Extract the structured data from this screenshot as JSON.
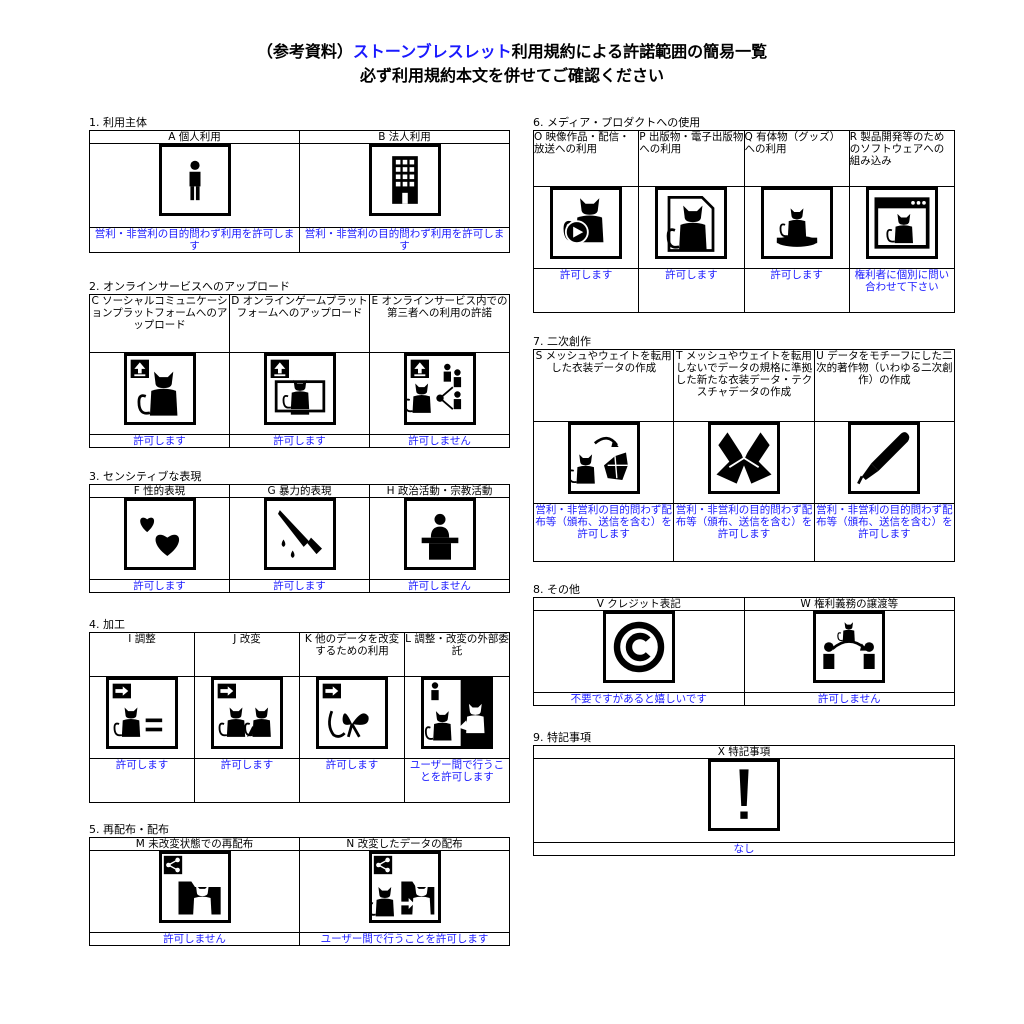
{
  "header": {
    "line1_prefix": "（参考資料）",
    "line1_highlight": "ストーンブレスレット",
    "line1_suffix": "利用規約による許諾範囲の簡易一覧",
    "line2": "必ず利用規約本文を併せてご確認ください"
  },
  "s1": {
    "title": "1. 利用主体",
    "cols": [
      {
        "label": "A 個人利用",
        "icon": "person-icon",
        "result": "営利・非営利の目的問わず利用を許可します"
      },
      {
        "label": "B 法人利用",
        "icon": "building-icon",
        "result": "営利・非営利の目的問わず利用を許可します"
      }
    ]
  },
  "s2": {
    "title": "2. オンラインサービスへのアップロード",
    "cols": [
      {
        "label": "C ソーシャルコミュニケーションプラットフォームへのアップロード",
        "icon": "upload-avatar-icon",
        "result": "許可します"
      },
      {
        "label": "D オンラインゲームプラットフォームへのアップロード",
        "icon": "upload-game-icon",
        "result": "許可します"
      },
      {
        "label": "E オンラインサービス内での第三者への利用の許諾",
        "icon": "share-users-icon",
        "result": "許可しません"
      }
    ]
  },
  "s3": {
    "title": "3. センシティブな表現",
    "cols": [
      {
        "label": "F 性的表現",
        "icon": "hearts-icon",
        "result": "許可します"
      },
      {
        "label": "G 暴力的表現",
        "icon": "knife-icon",
        "result": "許可します"
      },
      {
        "label": "H 政治活動・宗教活動",
        "icon": "podium-icon",
        "result": "許可しません"
      }
    ]
  },
  "s4": {
    "title": "4. 加工",
    "cols": [
      {
        "label": "I 調整",
        "icon": "adjust-icon",
        "result": "許可します"
      },
      {
        "label": "J 改変",
        "icon": "modify-icon",
        "result": "許可します"
      },
      {
        "label": "K 他のデータを改変するための利用",
        "icon": "bow-icon",
        "result": "許可します"
      },
      {
        "label": "L 調整・改変の外部委託",
        "icon": "outsource-icon",
        "result": "ユーザー間で行うことを許可します"
      }
    ]
  },
  "s5": {
    "title": "5. 再配布・配布",
    "cols": [
      {
        "label": "M 未改変状態での再配布",
        "icon": "redistribute-icon",
        "result": "許可しません"
      },
      {
        "label": "N 改変したデータの配布",
        "icon": "distribute-modified-icon",
        "result": "ユーザー間で行うことを許可します"
      }
    ]
  },
  "s6": {
    "title": "6. メディア・プロダクトへの使用",
    "cols": [
      {
        "label": "O 映像作品・配信・放送への利用",
        "icon": "video-icon",
        "result": "許可します"
      },
      {
        "label": "P 出版物・電子出版物への利用",
        "icon": "publication-icon",
        "result": "許可します"
      },
      {
        "label": "Q 有体物（グッズ）への利用",
        "icon": "figure-icon",
        "result": "許可します"
      },
      {
        "label": "R 製品開発等のためのソフトウェアへの組み込み",
        "icon": "software-icon",
        "result": "権利者に個別に問い合わせて下さい"
      }
    ]
  },
  "s7": {
    "title": "7. 二次創作",
    "cols": [
      {
        "label": "S メッシュやウェイトを転用した衣装データの作成",
        "icon": "outfit-convert-icon",
        "result": "営利・非営利の目的問わず配布等（頒布、送信を含む）を許可します"
      },
      {
        "label": "T メッシュやウェイトを転用しないでデータの規格に準拠した新たな衣装データ・テクスチャデータの作成",
        "icon": "outfit-new-icon",
        "result": "営利・非営利の目的問わず配布等（頒布、送信を含む）を許可します"
      },
      {
        "label": "U データをモチーフにした二次的著作物（いわゆる二次創作）の作成",
        "icon": "pen-icon",
        "result": "営利・非営利の目的問わず配布等（頒布、送信を含む）を許可します"
      }
    ]
  },
  "s8": {
    "title": "8. その他",
    "cols": [
      {
        "label": "V クレジット表記",
        "icon": "copyright-icon",
        "result": "不要ですがあると嬉しいです"
      },
      {
        "label": "W 権利義務の譲渡等",
        "icon": "transfer-icon",
        "result": "許可しません"
      }
    ]
  },
  "s9": {
    "title": "9. 特記事項",
    "cols": [
      {
        "label": "X 特記事項",
        "icon": "exclamation-icon",
        "result": "なし"
      }
    ]
  },
  "colors": {
    "result_text": "#1a1aff",
    "border": "#000000"
  }
}
